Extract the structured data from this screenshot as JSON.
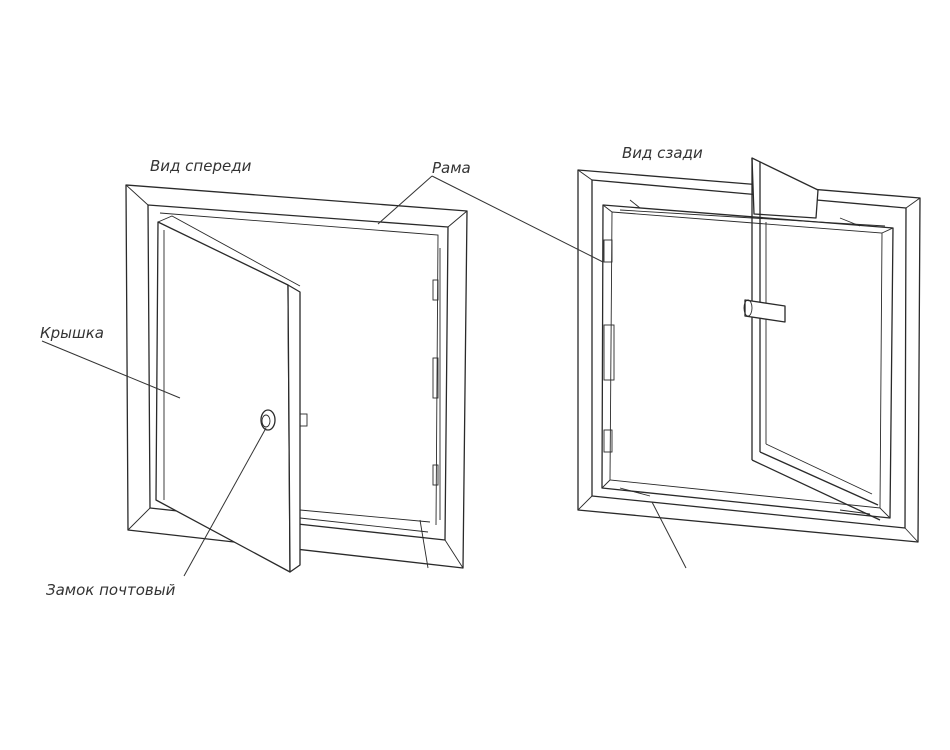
{
  "labels": {
    "front_view": "Вид спереди",
    "rear_view": "Вид сзади",
    "frame": "Рама",
    "cover": "Крышка",
    "mail_lock": "Замок почтовый"
  }
}
